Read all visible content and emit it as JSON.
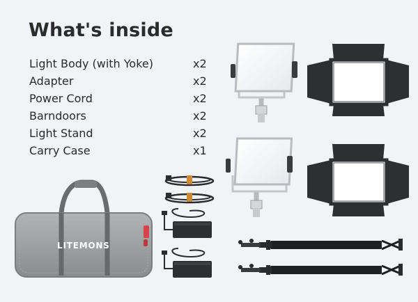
{
  "title": "What's inside",
  "items": [
    {
      "name": "Light Body (with Yoke)",
      "qty": "x2"
    },
    {
      "name": "Adapter",
      "qty": "x2"
    },
    {
      "name": "Power Cord",
      "qty": "x2"
    },
    {
      "name": "Barndoors",
      "qty": "x2"
    },
    {
      "name": "Light Stand",
      "qty": "x2"
    },
    {
      "name": "Carry Case",
      "qty": "x1"
    }
  ],
  "brand": "LITEMONS",
  "colors": {
    "background": "#f1f3f6",
    "text": "#2a2a2a",
    "case": "#9a9b9d",
    "barndoor": "#2e2f31",
    "panel": "#ffffff",
    "frame": "#c9cbce",
    "accent_cord": "#c98a3a"
  }
}
